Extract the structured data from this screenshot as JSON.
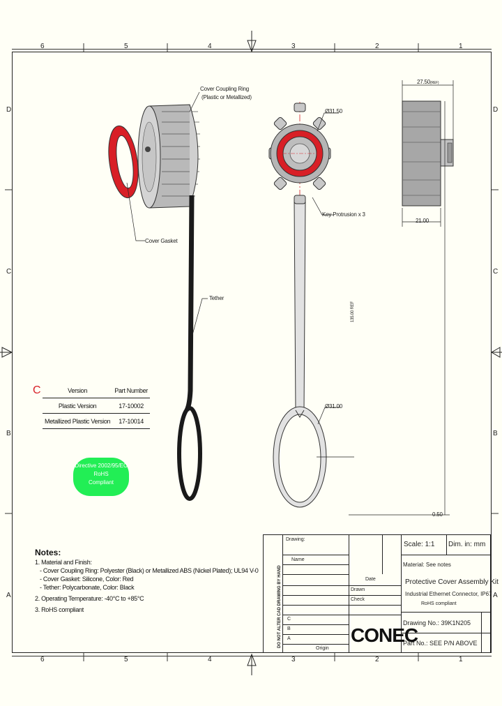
{
  "zones": {
    "columns": [
      "6",
      "5",
      "4",
      "3",
      "2",
      "1"
    ],
    "rows": [
      "D",
      "C",
      "B",
      "A"
    ]
  },
  "callouts": {
    "coupling_ring_1": "Cover Coupling Ring",
    "coupling_ring_2": "(Plastic or Metallized)",
    "gasket": "Cover Gasket",
    "tether": "Tether",
    "dia_top": "Ø31.50",
    "key_protrusion": "Key Protrusion x 3",
    "dia_loop": "Ø31.00",
    "width_dim": "27.50",
    "width_dim_unit": "(REF)",
    "depth_dim": "21.00",
    "length_dim": "0.50",
    "vertical_ref": "135.00 REF"
  },
  "version_table": {
    "marker": "C",
    "header_version": "Version",
    "header_part": "Part Number",
    "rows": [
      {
        "version": "Plastic Version",
        "part": "17-10002"
      },
      {
        "version": "Metallized Plastic Version",
        "part": "17-10014"
      }
    ]
  },
  "rohs_badge": {
    "line1": "Directive 2002/95/EC",
    "line2": "RoHS",
    "line3": "Compliant"
  },
  "notes": {
    "title": "Notes:",
    "l1": "1. Material and Finish:",
    "l2": "- Cover Coupling Ring: Polyester (Black) or Metallized ABS (Nickel Plated); UL94 V-0",
    "l3": "- Cover Gasket: Silicone, Color: Red",
    "l4": "- Tether: Polycarbonate, Color: Black",
    "l5": "2. Operating Temperature: -40°C to +85°C",
    "l6": "3. RoHS compliant"
  },
  "title_block": {
    "side_note": "DO NOT ALTER CAD DRAWING BY HAND",
    "scale": "Scale: 1:1",
    "dim_unit": "Dim. in: mm",
    "material": "Material: See notes",
    "title1": "Protective Cover Assembly Kit",
    "title2": "Industrial Ethernet Connector, IP67",
    "title3": "RoHS compliant",
    "drawing_no": "Drawing No.: 39K1N205",
    "part_no": "Part No.: SEE P/N ABOVE",
    "logo": "CONEC",
    "name_hdr": "Name",
    "date_hdr": "Date",
    "drawn": "Drawn",
    "checked": "Check",
    "rev_c": "C",
    "rev_b": "B",
    "rev_a": "A",
    "origin": "Origin",
    "drawing_label": "Drawing:"
  },
  "colors": {
    "gasket_red": "#d81f26",
    "badge_green": "#22ee55",
    "tether_black": "#1a1a1a",
    "ring_gray": "#a7a7a7"
  }
}
